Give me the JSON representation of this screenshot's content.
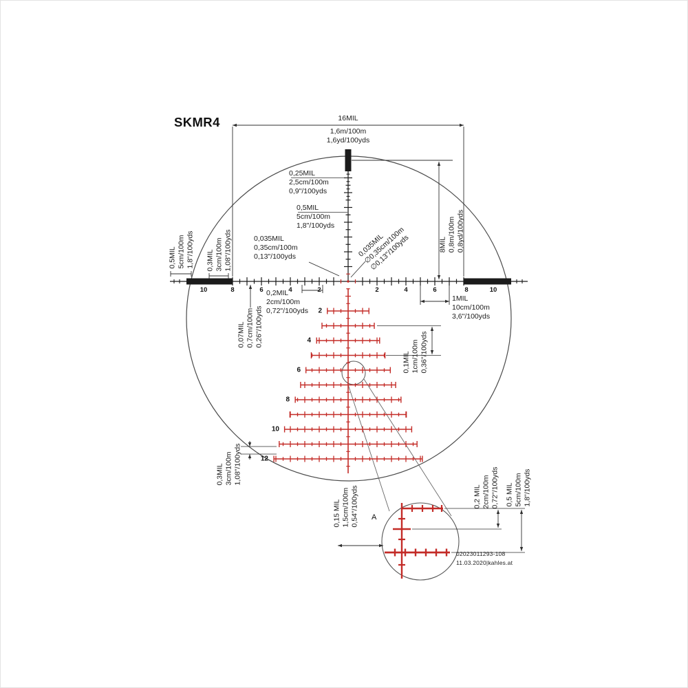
{
  "colors": {
    "reticle_red": "#c32b27",
    "ink": "#1b1b1b",
    "dim": "#2f2f2f"
  },
  "title": "SKMR4",
  "detail_label": "A",
  "footer": {
    "code": "02023011293-108",
    "date": "11.03.2020|kahles.at"
  },
  "axis": {
    "left": [
      "10",
      "8",
      "6",
      "4",
      "2"
    ],
    "right": [
      "2",
      "4",
      "6",
      "8",
      "10"
    ],
    "tree": [
      "2",
      "4",
      "6",
      "8",
      "10",
      "12"
    ]
  },
  "annotations": {
    "span16": [
      "16MIL",
      "1,6m/100m",
      "1,6yd/100yds"
    ],
    "v025": [
      "0,25MIL",
      "2,5cm/100m",
      "0,9\"/100yds"
    ],
    "v05": [
      "0,5MIL",
      "5cm/100m",
      "1,8\"/100yds"
    ],
    "v0035": [
      "0,035MIL",
      "0,35cm/100m",
      "0,13\"/100yds"
    ],
    "diag0035": [
      "0,035MIL",
      "∅0,35cm/100m",
      "∅0,13\"/100yds"
    ],
    "r8": [
      "8MIL",
      "0,8m/100m",
      "0,8yd/100yds"
    ],
    "l05": [
      "0,5MIL",
      "5cm/100m",
      "1,8\"/100yds"
    ],
    "l03": [
      "0,3MIL",
      "3cm/100m",
      "1,08\"/100yds"
    ],
    "h02": [
      "0,2MIL",
      "2cm/100m",
      "0,72\"/100yds"
    ],
    "r1": [
      "1MIL",
      "10cm/100m",
      "3,6\"/100yds"
    ],
    "l007": [
      "0,07MIL",
      "0,7cm/100m",
      "0,26\"/100yds"
    ],
    "m01": [
      "0,1MIL",
      "1cm/100m",
      "0,36\"/100yds"
    ],
    "b03": [
      "0,3MIL",
      "3cm/100m",
      "1,08\"/100yds"
    ],
    "b015": [
      "0,15 MIL",
      "1,5cm/100m",
      "0,54\"/100yds"
    ],
    "br02": [
      "0,2 MIL",
      "2cm/100m",
      "0,72\"/100yds"
    ],
    "br05": [
      "0,5 MIL",
      "5cm/100m",
      "1,8\"/100yds"
    ]
  }
}
